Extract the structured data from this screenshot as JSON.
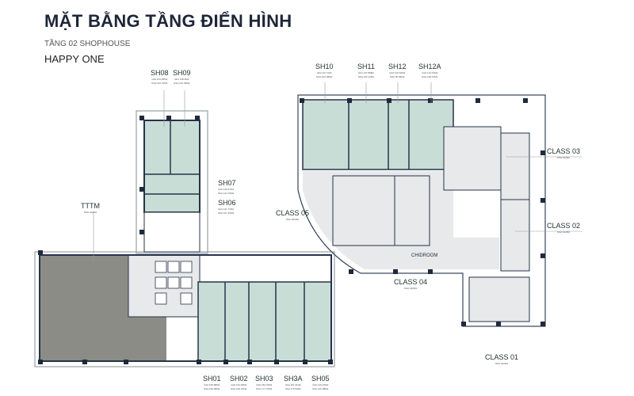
{
  "title": "MẶT BẰNG TẦNG ĐIỂN HÌNH",
  "subtitle": "TẦNG 02 SHOPHOUSE",
  "project": "HAPPY ONE",
  "colors": {
    "unit": "#c9ddd7",
    "common": "#e7e9ea",
    "tttm": "#8c8c86",
    "wall": "#26344a",
    "outline": "#9aa0a6"
  },
  "units": {
    "sh08": {
      "name": "SH08",
      "gfa": "GFA 153.28M2",
      "nsa": "NSA 140.37M2"
    },
    "sh09": {
      "name": "SH09",
      "gfa": "GFA 138.5M2",
      "nsa": "NSA 126.39M2"
    },
    "sh07": {
      "name": "SH07",
      "gfa": "GFA 136.67M2",
      "nsa": "NSA 124.76M2"
    },
    "sh06": {
      "name": "SH06",
      "gfa": "GFA 141.71M2",
      "nsa": "NSA 127.46M2"
    },
    "tttm": {
      "name": "TTTM",
      "nsa": "NSA 419M2"
    },
    "sh10": {
      "name": "SH10",
      "gfa": "GFA 227.7M2",
      "nsa": "NSA 222.08M2"
    },
    "sh11": {
      "name": "SH11",
      "gfa": "GFA 167.88M2",
      "nsa": "NSA 162.13M2"
    },
    "sh12": {
      "name": "SH12",
      "gfa": "GFA 100.62M2",
      "nsa": "NSA 95.95M2"
    },
    "sh12a": {
      "name": "SH12A",
      "gfa": "GFA 143.07M2",
      "nsa": "NSA 138.14M2"
    },
    "sh01": {
      "name": "SH01",
      "gfa": "GFA 150.88M2",
      "nsa": "NSA 150.98M2"
    },
    "sh02": {
      "name": "SH02",
      "gfa": "GFA 154.39M2",
      "nsa": "NSA 149.47M2"
    },
    "sh03": {
      "name": "SH03",
      "gfa": "GFA 182.79M2",
      "nsa": "NSA 177.37M2"
    },
    "sh3a": {
      "name": "SH3A",
      "gfa": "GFA 181.31M2",
      "nsa": "NSA 175.53M2"
    },
    "sh05": {
      "name": "SH05",
      "gfa": "GFA 126.07M2",
      "nsa": "NSA 120.98M2"
    },
    "class01": {
      "name": "CLASS 01",
      "nsa": "NSA 102M2"
    },
    "class02": {
      "name": "CLASS 02",
      "nsa": "NSA 102M2"
    },
    "class03": {
      "name": "CLASS 03",
      "nsa": "NSA 102M2"
    },
    "class04": {
      "name": "CLASS 04",
      "nsa": "NSA 196M2"
    },
    "class05": {
      "name": "CLASS 05",
      "nsa": "NSA 181M2"
    }
  },
  "chidroom": "CHIDROOM"
}
